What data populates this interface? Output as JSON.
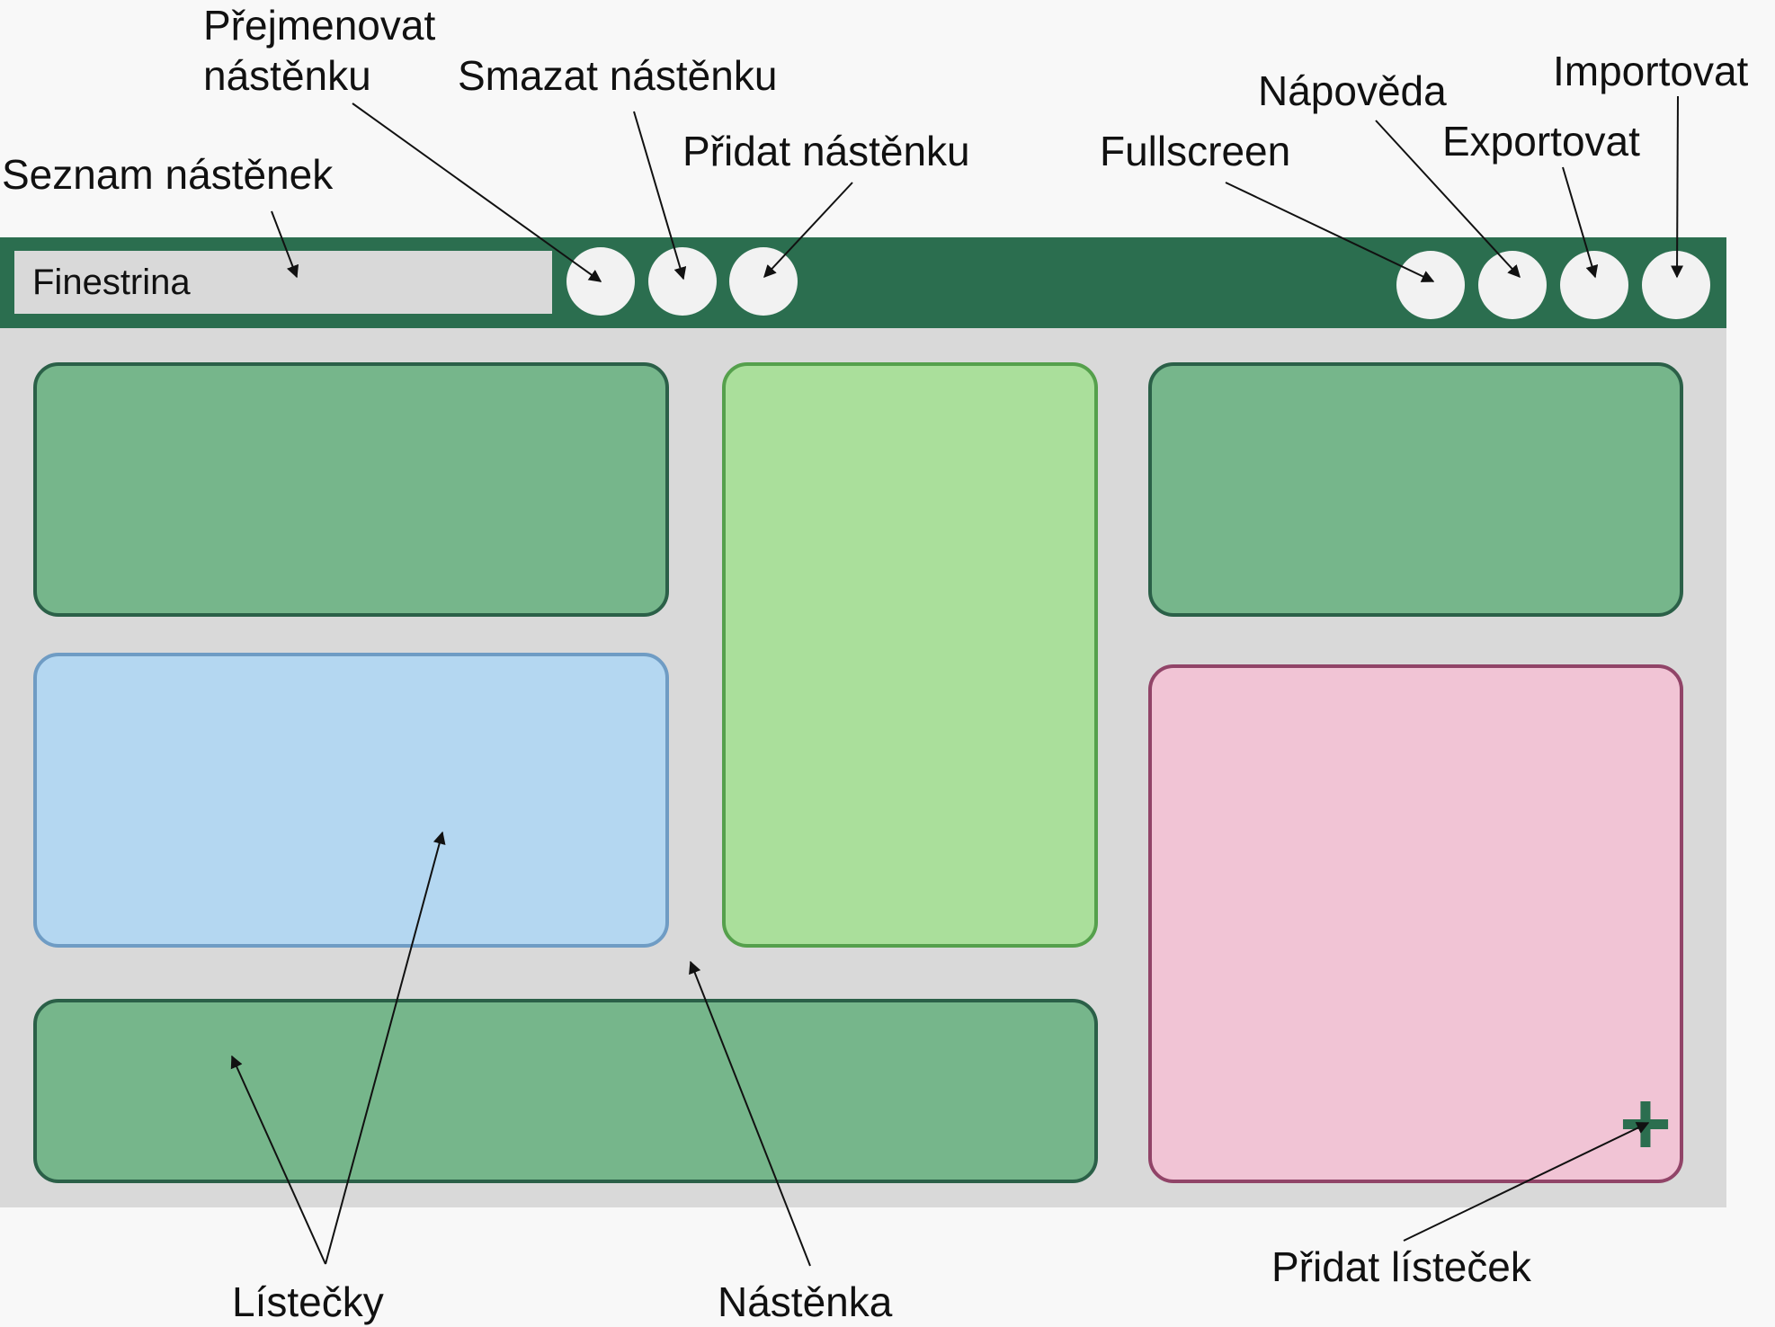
{
  "labels": {
    "rename_board": "Přejmenovat\nnástěnku",
    "delete_board": "Smazat nástěnku",
    "add_board": "Přidat nástěnku",
    "board_list": "Seznam nástěnek",
    "fullscreen": "Fullscreen",
    "help": "Nápověda",
    "export": "Exportovat",
    "import": "Importovat",
    "notes": "Lístečky",
    "board": "Nástěnka",
    "add_note": "Přidat lísteček"
  },
  "ui": {
    "current_board": "Finestrina",
    "add_note_symbol": "+"
  },
  "colors": {
    "topbar": "#2b6e4f",
    "board_background": "#d9d9d9",
    "note_green": "#76b68b",
    "note_light_green": "#aadf9b",
    "note_blue": "#b4d7f1",
    "note_pink": "#f1c4d5"
  }
}
